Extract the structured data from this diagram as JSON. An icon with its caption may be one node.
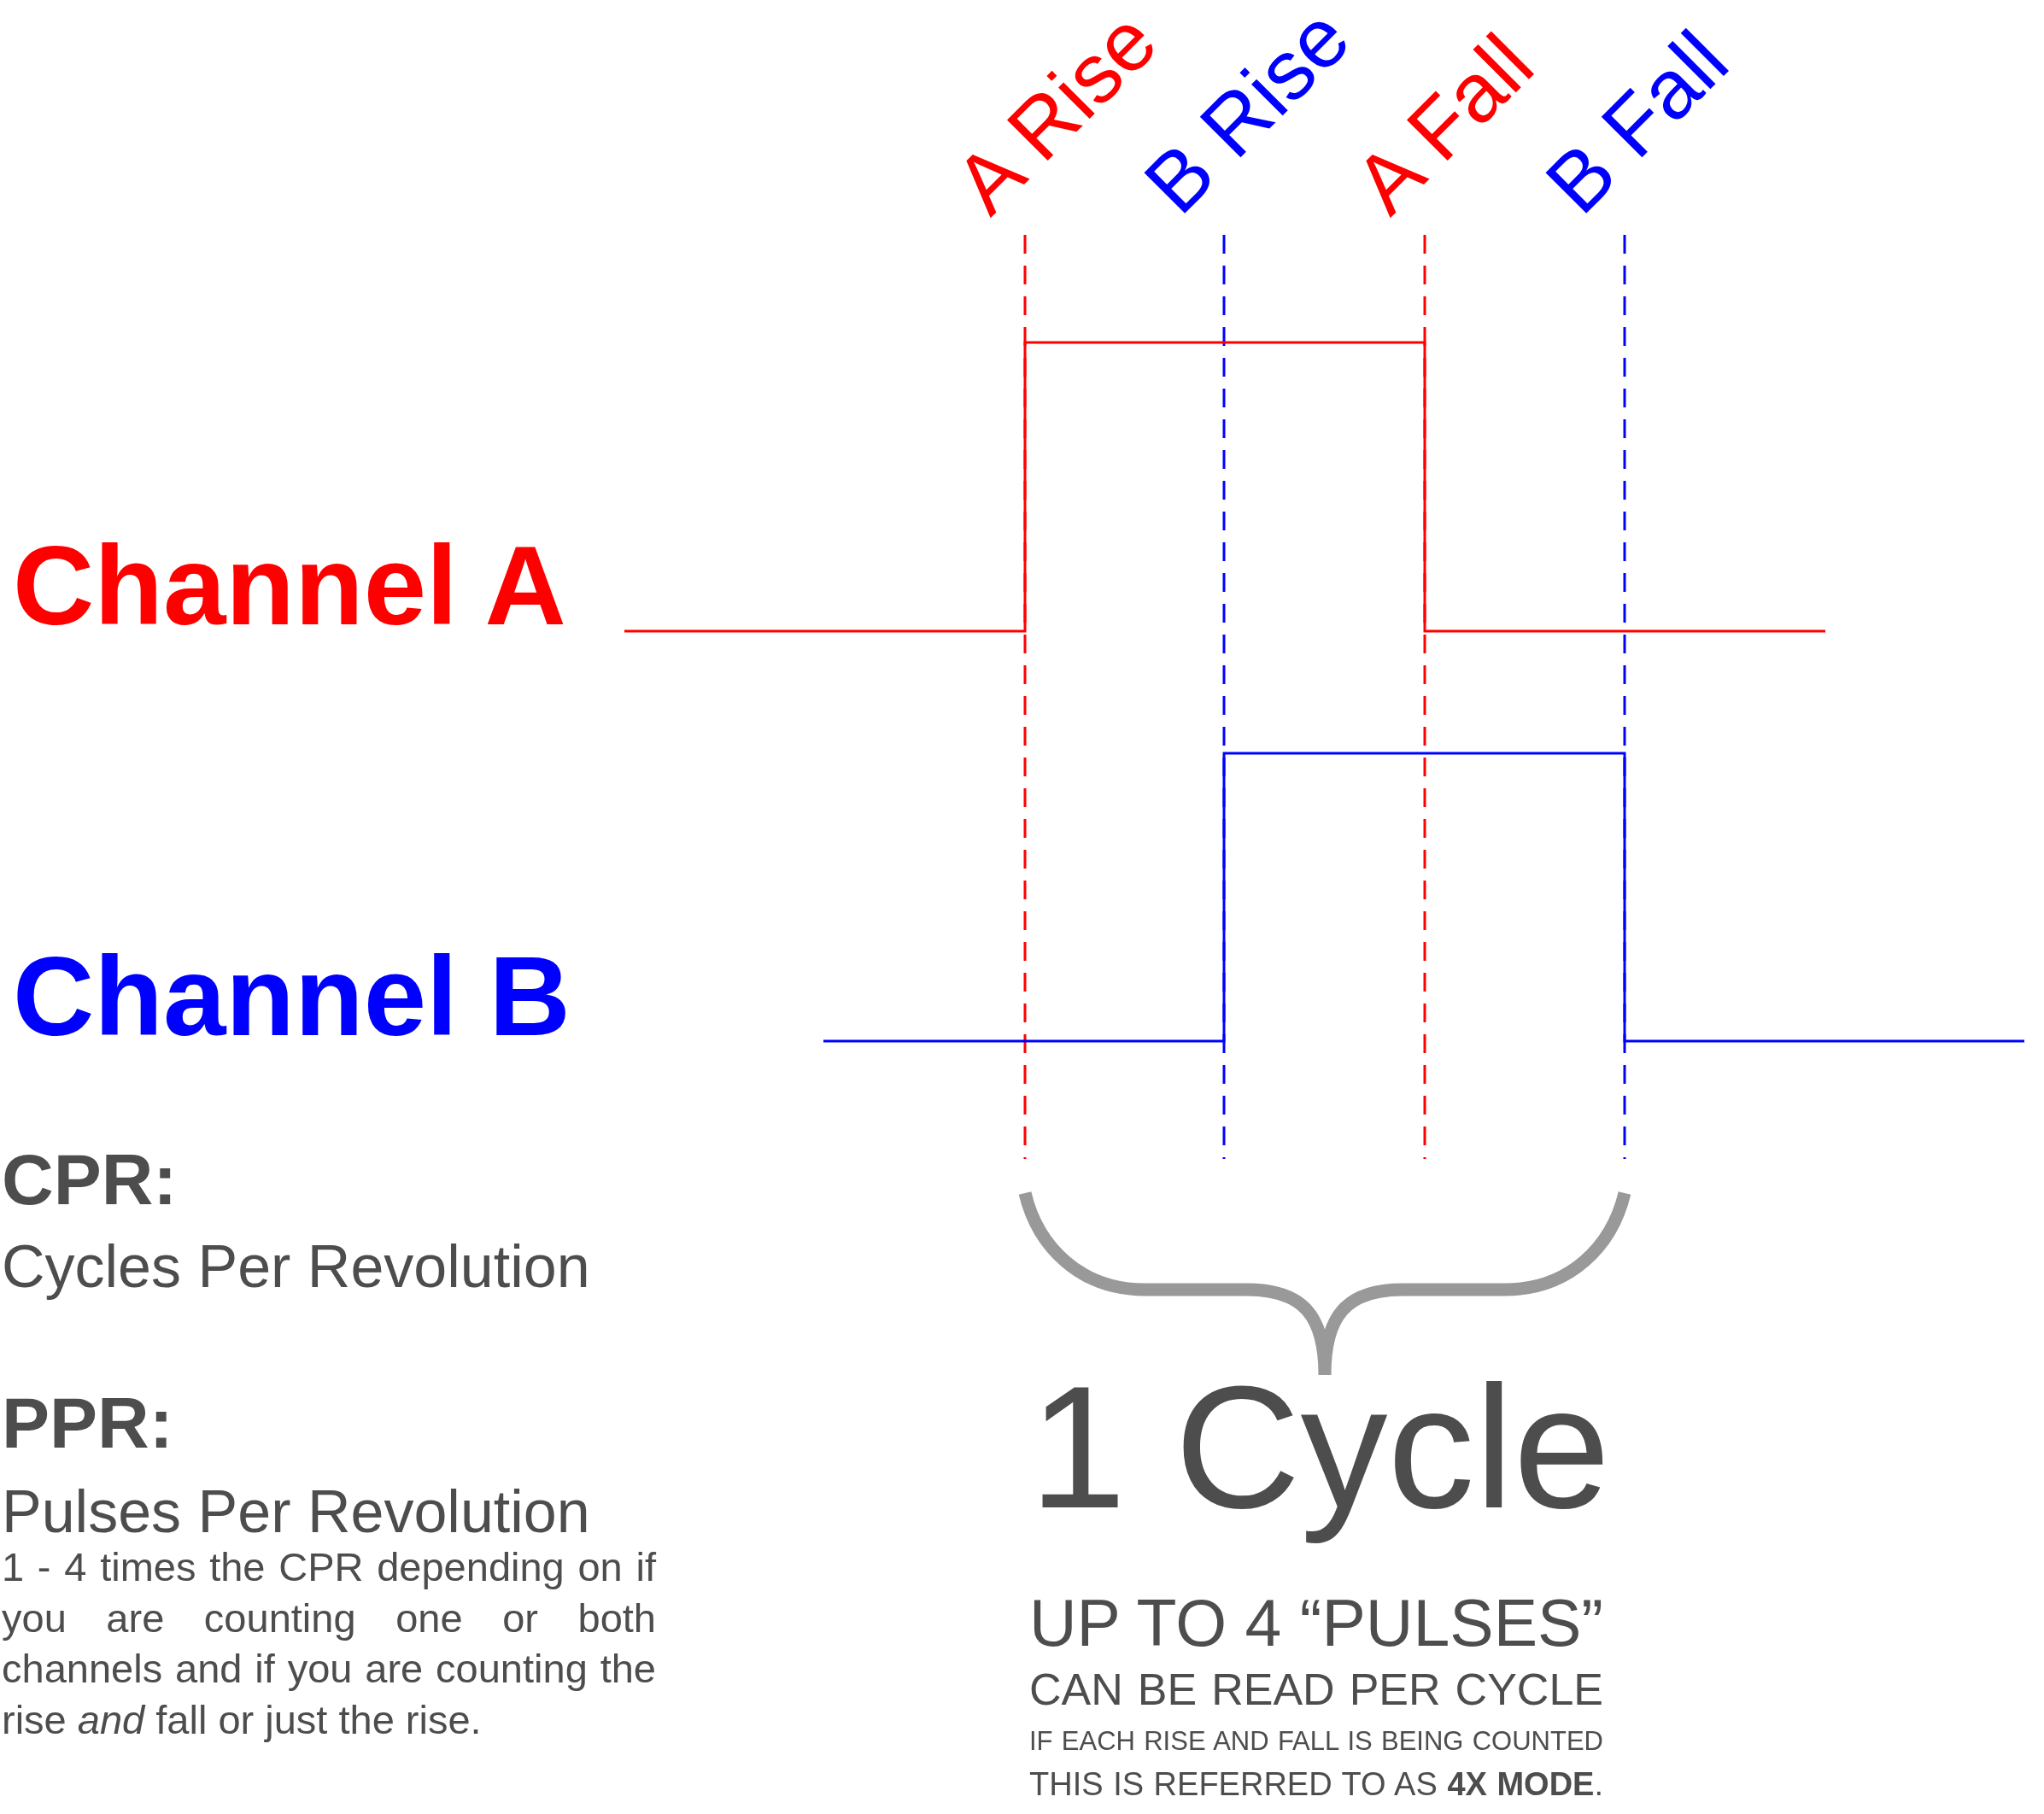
{
  "diagram": {
    "labels": [
      "A Rise",
      "B Rise",
      "A Fall",
      "B Fall",
      "Channel A",
      "Channel B",
      "CPR:",
      "Cycles Per Revolution",
      "PPR:",
      "Pulses Per Revolution",
      "1 - 4 times the CPR depending on if you are counting one or both channels and if you are counting the rise *and* fall or just the rise.",
      "1 Cycle",
      "UP TO 4 “PULSES”",
      "CAN BE READ PER CYCLE",
      "IF EACH RISE AND FALL IS BEING COUNTED",
      "THIS IS REFERRED TO AS **4X MODE**."
    ]
  }
}
